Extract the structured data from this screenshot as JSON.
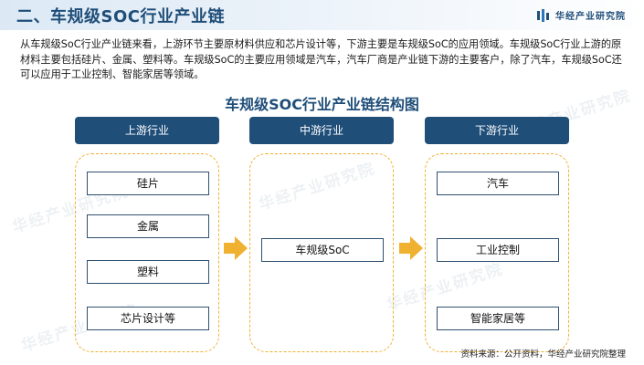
{
  "header": {
    "title": "二、车规级SOC行业产业链",
    "brand": "华经产业研究院",
    "accent_color": "#1f4e79"
  },
  "intro": "从车规级SoC行业产业链来看，上游环节主要原材料供应和芯片设计等，下游主要是车规级SoC的应用领域。车规级SoC行业上游的原材料主要包括硅片、金属、塑料等。车规级SoC的主要应用领域是汽车，汽车厂商是产业链下游的主要客户，除了汽车，车规级SoC还可以应用于工业控制、智能家居等领域。",
  "diagram": {
    "title": "车规级SOC行业产业链结构图",
    "upstream": {
      "label": "上游行业",
      "items": [
        "硅片",
        "金属",
        "塑料",
        "芯片设计等"
      ]
    },
    "midstream": {
      "label": "中游行业",
      "items": [
        "车规级SoC"
      ]
    },
    "downstream": {
      "label": "下游行业",
      "items": [
        "汽车",
        "工业控制",
        "智能家居等"
      ]
    },
    "arrow_color": "#f0b030",
    "panel_border_color": "#f0b030",
    "header_color": "#1f4e79"
  },
  "watermark": "华经产业研究院",
  "source": "资料来源：公开资料，华经产业研究院整理"
}
